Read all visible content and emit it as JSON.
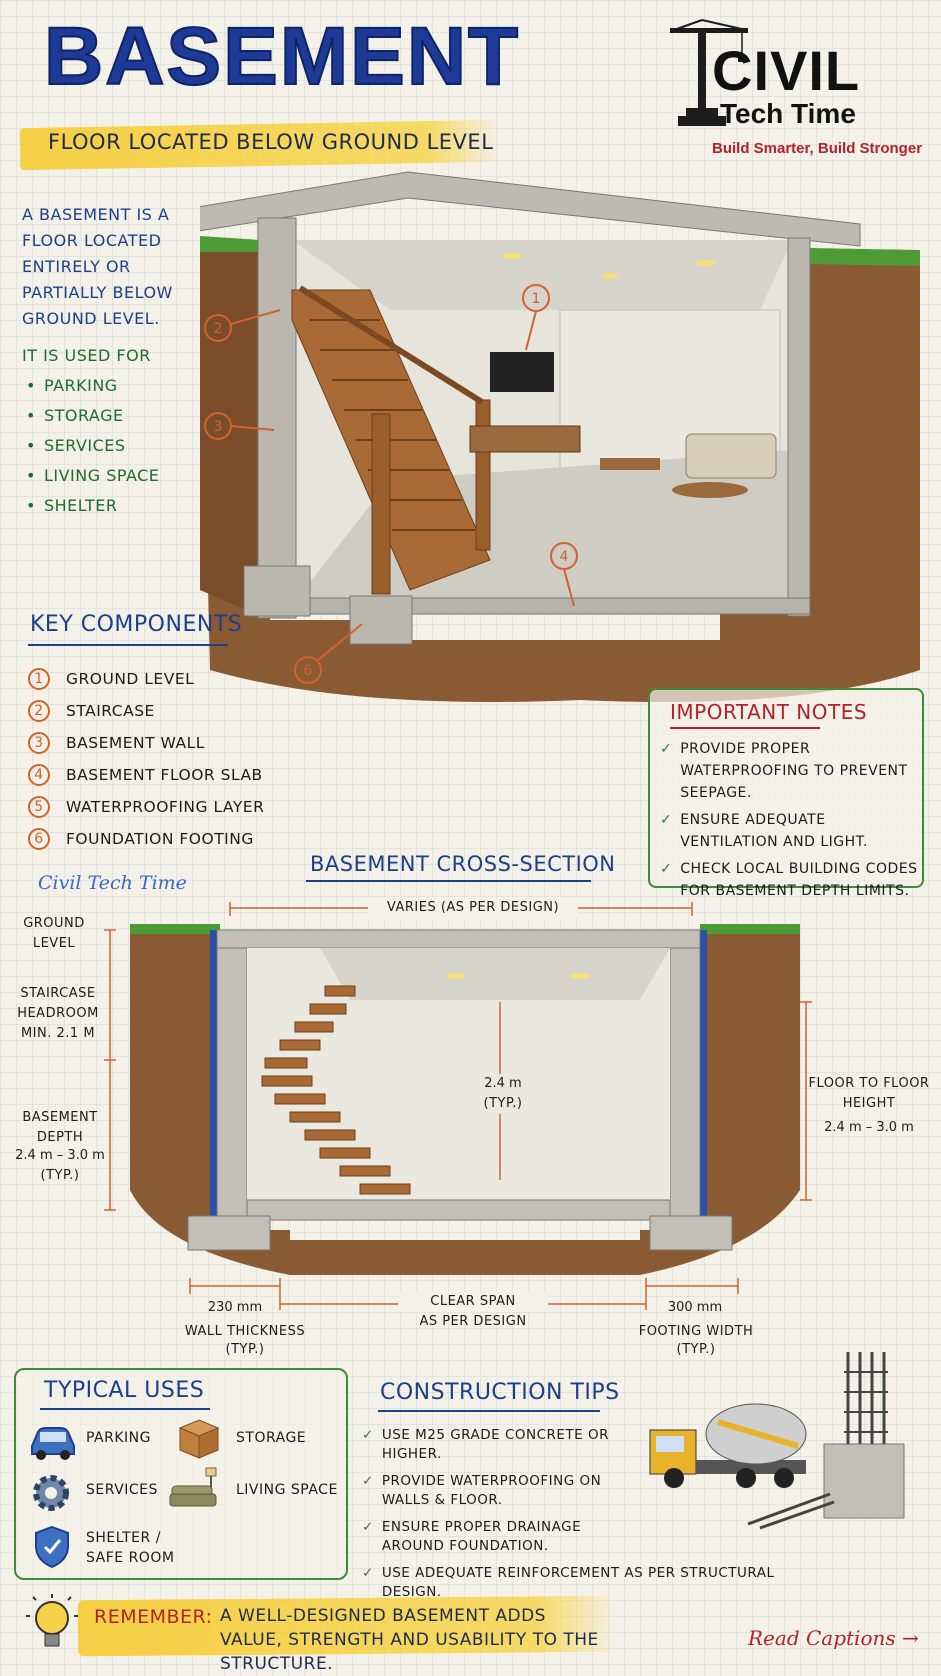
{
  "header": {
    "title": "BASEMENT",
    "subtitle": "FLOOR LOCATED BELOW GROUND LEVEL"
  },
  "brand": {
    "name": "CIVIL",
    "name_line2": "Tech Time",
    "tagline": "Build Smarter, Build Stronger",
    "icon": "crane-icon"
  },
  "intro": {
    "text": "A BASEMENT IS A FLOOR LOCATED ENTIRELY OR PARTIALLY BELOW GROUND LEVEL.",
    "uses_heading": "IT IS USED FOR",
    "uses": [
      "PARKING",
      "STORAGE",
      "SERVICES",
      "LIVING SPACE",
      "SHELTER"
    ]
  },
  "illustration_callouts": [
    "1",
    "2",
    "3",
    "4",
    "6"
  ],
  "key_components": {
    "title": "KEY COMPONENTS",
    "items": [
      {
        "num": "1",
        "label": "GROUND LEVEL"
      },
      {
        "num": "2",
        "label": "STAIRCASE"
      },
      {
        "num": "3",
        "label": "BASEMENT WALL"
      },
      {
        "num": "4",
        "label": "BASEMENT FLOOR SLAB"
      },
      {
        "num": "5",
        "label": "WATERPROOFING LAYER"
      },
      {
        "num": "6",
        "label": "FOUNDATION FOOTING"
      }
    ]
  },
  "important_notes": {
    "title": "IMPORTANT NOTES",
    "items": [
      "PROVIDE PROPER WATERPROOFING TO PREVENT SEEPAGE.",
      "ENSURE ADEQUATE VENTILATION AND LIGHT.",
      "CHECK LOCAL BUILDING CODES FOR BASEMENT DEPTH LIMITS."
    ]
  },
  "watermark": "Civil Tech Time",
  "cross_section": {
    "title": "BASEMENT CROSS-SECTION",
    "top_width": "VARIES (AS PER DESIGN)",
    "ground_level": "GROUND LEVEL",
    "headroom": "STAIRCASE HEADROOM MIN. 2.1 m",
    "depth_label": "BASEMENT DEPTH",
    "depth_value": "2.4 m – 3.0 m",
    "depth_typ": "(TYP.)",
    "inner_height": "2.4 m",
    "inner_typ": "(TYP.)",
    "ftf_label": "FLOOR TO FLOOR HEIGHT",
    "ftf_value": "2.4 m – 3.0 m",
    "wall_dim": "230 mm",
    "wall_label": "WALL THICKNESS",
    "wall_typ": "(TYP.)",
    "span_label": "CLEAR SPAN",
    "span_sub": "AS PER DESIGN",
    "footing_dim": "300 mm",
    "footing_label": "FOOTING WIDTH",
    "footing_typ": "(TYP.)"
  },
  "typical_uses": {
    "title": "TYPICAL USES",
    "items": [
      {
        "icon": "car-icon",
        "label": "PARKING"
      },
      {
        "icon": "box-icon",
        "label": "STORAGE"
      },
      {
        "icon": "gear-icon",
        "label": "SERVICES"
      },
      {
        "icon": "sofa-icon",
        "label": "LIVING SPACE"
      },
      {
        "icon": "shield-icon",
        "label": "SHELTER /",
        "label2": "SAFE ROOM"
      }
    ]
  },
  "construction_tips": {
    "title": "CONSTRUCTION TIPS",
    "items": [
      "USE M25 GRADE CONCRETE OR HIGHER.",
      "PROVIDE WATERPROOFING ON WALLS & FLOOR.",
      "ENSURE PROPER DRAINAGE AROUND FOUNDATION.",
      "USE ADEQUATE REINFORCEMENT AS PER STRUCTURAL DESIGN."
    ]
  },
  "footer": {
    "remember_label": "REMEMBER:",
    "remember_text": "A WELL-DESIGNED BASEMENT ADDS VALUE, STRENGTH AND USABILITY TO THE STRUCTURE.",
    "read_captions": "Read Captions →",
    "icon": "lightbulb-icon"
  },
  "colors": {
    "navy": "#1d3f8a",
    "title_blue": "#1c3a96",
    "red": "#b1232a",
    "orange": "#d0622e",
    "green": "#2f7d2b",
    "highlight_yellow": "#f5cd3c"
  }
}
